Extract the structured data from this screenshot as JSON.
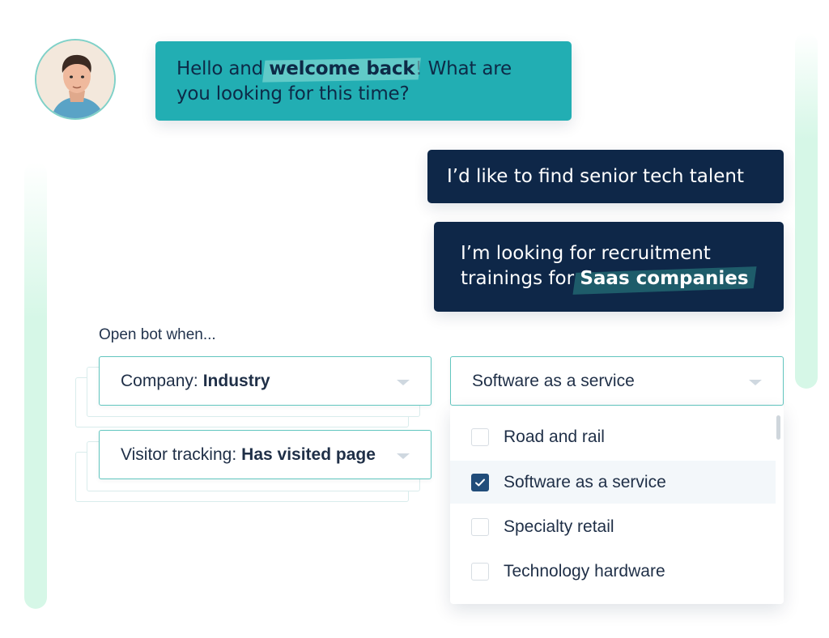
{
  "chat": {
    "bot_message": {
      "prefix": "Hello and ",
      "highlight": "welcome back",
      "suffix": "! What are you looking for this time?"
    },
    "user_message_1": "I’d like to find senior tech talent",
    "user_message_2": {
      "prefix": "I’m looking for recruitment trainings for ",
      "highlight": "Saas companies"
    }
  },
  "rules": {
    "label": "Open bot when...",
    "condition_1": {
      "field": "Company:",
      "value": "Industry"
    },
    "condition_2": {
      "field": "Visitor tracking:",
      "value": "Has visited page"
    },
    "value_select": {
      "selected": "Software as a service",
      "options": [
        {
          "label": "Road and rail",
          "checked": false
        },
        {
          "label": "Software as a service",
          "checked": true
        },
        {
          "label": "Specialty retail",
          "checked": false
        },
        {
          "label": "Technology hardware",
          "checked": false
        }
      ]
    }
  },
  "icons": {
    "caret": "chevron-down-icon",
    "check": "checkmark-icon",
    "avatar": "user-avatar"
  },
  "colors": {
    "bot_bubble": "#22aeb3",
    "user_bubble": "#0e2748",
    "accent_border": "#62c6bf",
    "checkbox_checked": "#214d7a",
    "decor": "#d6f7e7"
  }
}
